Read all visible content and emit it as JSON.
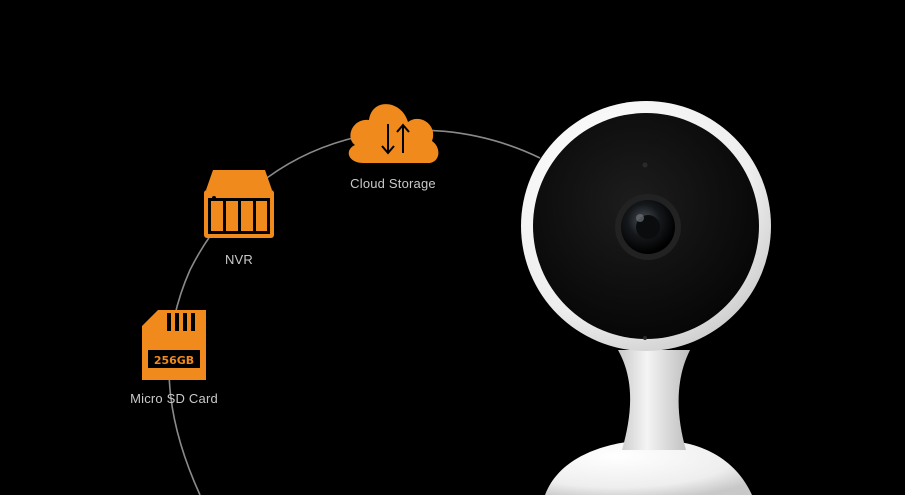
{
  "storage_options": [
    {
      "label": "Cloud Storage",
      "icon": "cloud-sync-icon"
    },
    {
      "label": "NVR",
      "icon": "nvr-icon"
    },
    {
      "label": "Micro SD Card",
      "icon": "micro-sd-card-icon"
    }
  ],
  "sd_card_capacity": "256GB",
  "colors": {
    "background": "#000000",
    "accent": "#f08a1c",
    "label_text": "#c9c9c9",
    "arc": "#8a8a8a",
    "camera_shell": "#f2f2f2",
    "camera_face": "#0b0b0b"
  },
  "product_image": "camera-image"
}
